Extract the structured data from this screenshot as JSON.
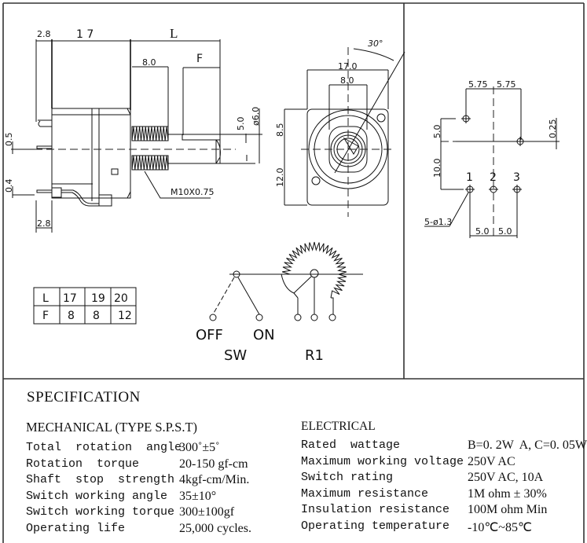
{
  "side_view": {
    "dims": {
      "flange_thickness": "2.8",
      "body_length": "1 7",
      "overall_shaft": "L",
      "bushing_length": "8.0",
      "flat_length": "F",
      "flat_depth": "5.0",
      "shaft_diameter": "ø6.0",
      "pin_offset_top": "0.5",
      "pin_offset_bottom": "0.4",
      "pin_flange": "2.8",
      "thread": "M10X0.75"
    }
  },
  "front_view": {
    "angle": "30°",
    "width": "17.0",
    "bushing_width": "8.0",
    "upper_height": "8.5",
    "lower_height": "12.0"
  },
  "pcb_layout": {
    "top_spacing_left": "5.75",
    "top_spacing_right": "5.75",
    "switch_offset": "5.0",
    "row_offset": "10.0",
    "side_offset": "0.25",
    "pin_labels": [
      "1",
      "2",
      "3"
    ],
    "hole_spec": "5-ø1.3",
    "pitch_left": "5.0",
    "pitch_right": "5.0"
  },
  "lf_table": {
    "rows": [
      {
        "label": "L",
        "values": [
          "17",
          "19",
          "20"
        ]
      },
      {
        "label": "F",
        "values": [
          "8",
          "8",
          "12"
        ]
      }
    ]
  },
  "circuit": {
    "off_label": "OFF",
    "on_label": "ON",
    "switch_label": "SW",
    "resistor_label": "R1"
  },
  "specification": {
    "title": "SPECIFICATION",
    "mechanical": {
      "heading": "MECHANICAL (TYPE S.P.S.T)",
      "rows": [
        {
          "key": "Total  rotation  angle",
          "value": "300˚±5˚"
        },
        {
          "key": "Rotation  torque",
          "value": "20-150 gf-cm"
        },
        {
          "key": "Shaft  stop  strength",
          "value": "4kgf-cm/Min."
        },
        {
          "key": "Switch working angle",
          "value": "35±10°"
        },
        {
          "key": "Switch working torque",
          "value": "300±100gf"
        },
        {
          "key": "Operating life",
          "value": "25,000 cycles."
        }
      ]
    },
    "electrical": {
      "heading": "ELECTRICAL",
      "rows": [
        {
          "key": "Rated  wattage",
          "value": "B=0. 2W  A, C=0. 05W"
        },
        {
          "key": "Maximum working voltage",
          "value": "250V AC"
        },
        {
          "key": "Switch rating",
          "value": "250V AC, 10A"
        },
        {
          "key": "Maximum resistance",
          "value": "1M ohm ± 30%"
        },
        {
          "key": "Insulation resistance",
          "value": "100M ohm Min"
        },
        {
          "key": "Operating temperature",
          "value": "-10℃~85℃"
        }
      ]
    }
  }
}
